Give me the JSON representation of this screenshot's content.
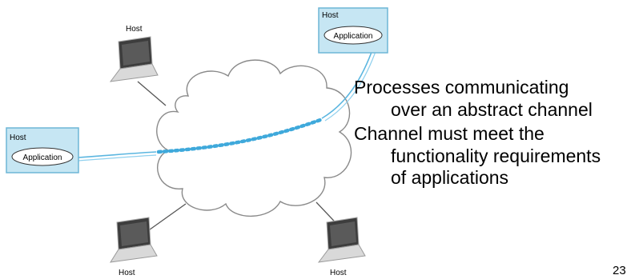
{
  "hosts": {
    "top_left": {
      "label": "Host"
    },
    "top_right": {
      "label": "Host",
      "app": "Application"
    },
    "left": {
      "label": "Host",
      "app": "Application"
    },
    "bottom_left": {
      "label": "Host"
    },
    "bottom_right": {
      "label": "Host"
    }
  },
  "bullets": [
    {
      "line1": "Processes communicating",
      "line2": "over an abstract channel"
    },
    {
      "line1": "Channel must meet the",
      "line2": "functionality requirements",
      "line3": "of applications"
    }
  ],
  "page_number": "23",
  "colors": {
    "host_box_fill": "#c6e6f3",
    "host_box_border": "#6db6d6",
    "channel": "#5bb6e0",
    "cloud_fill": "#ffffff",
    "cloud_stroke": "#8a8a8a"
  }
}
